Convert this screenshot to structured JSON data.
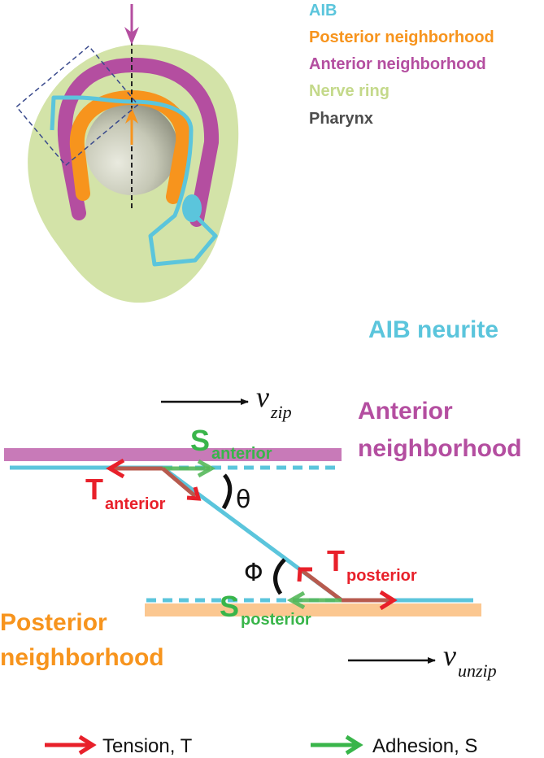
{
  "legend": {
    "aib": "AIB",
    "posterior": "Posterior neighborhood",
    "anterior": "Anterior neighborhood",
    "nerve_ring": "Nerve ring",
    "pharynx": "Pharynx"
  },
  "diagram": {
    "title": "AIB neurite",
    "anterior_line1": "Anterior",
    "anterior_line2": "neighborhood",
    "posterior_line1": "Posterior",
    "posterior_line2": "neighborhood",
    "v_symbol": "v",
    "v_zip_sub": "zip",
    "v_unzip_sub": "unzip",
    "s_symbol": "S",
    "s_anterior_sub": "anterior",
    "s_posterior_sub": "posterior",
    "t_symbol": "T",
    "t_anterior_sub": "anterior",
    "t_posterior_sub": "posterior",
    "theta": "θ",
    "phi": "Φ"
  },
  "key": {
    "tension": "Tension, T",
    "adhesion": "Adhesion, S"
  },
  "colors": {
    "aib": "#5bc5dc",
    "posterior": "#f7941d",
    "posterior_band": "#fbc790",
    "anterior": "#b44ea0",
    "anterior_band": "#c87ab8",
    "nerve_ring": "#d3e3a8",
    "pharynx": "#4d4d4d",
    "tension": "#e8202a",
    "adhesion": "#39b54a"
  }
}
